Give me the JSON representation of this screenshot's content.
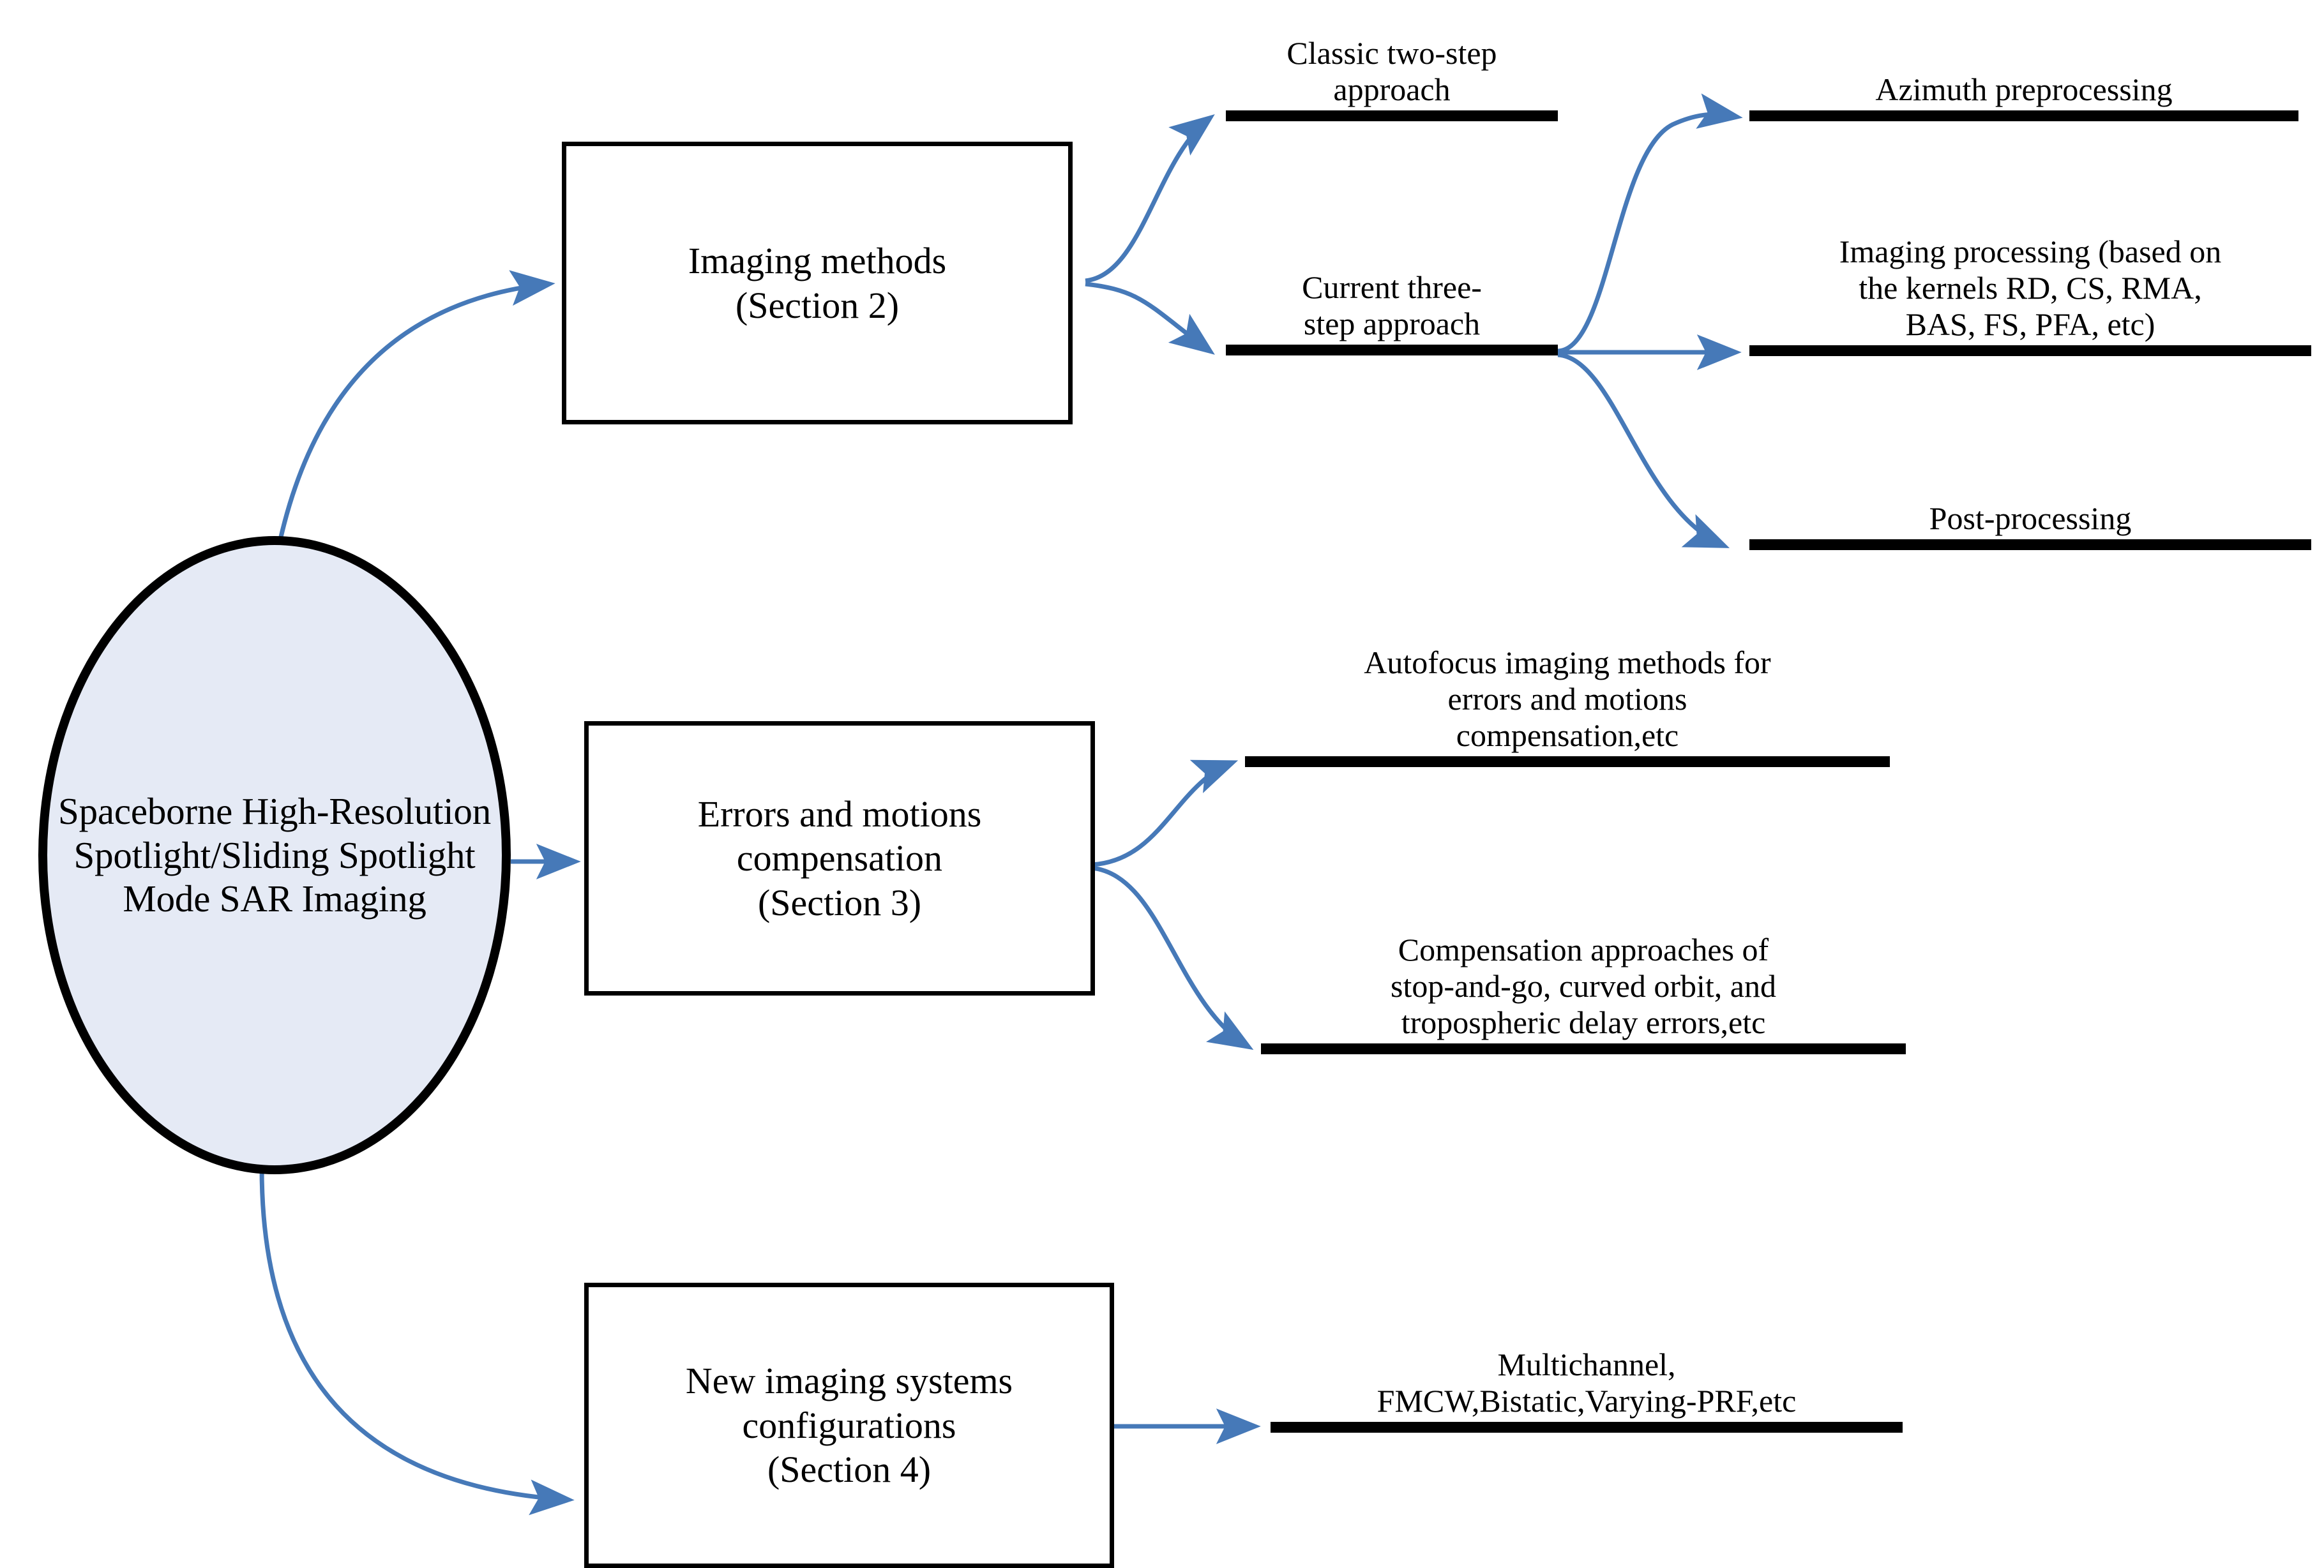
{
  "theme": {
    "arrow_color": "#4679B8",
    "ellipse_fill": "#E5EAF5",
    "ellipse_stroke": "#000000",
    "box_stroke": "#000000",
    "rule_color": "#000000",
    "background": "#FFFFFF"
  },
  "root": {
    "label": "Spaceborne High-Resolution Spotlight/Sliding Spotlight Mode SAR Imaging"
  },
  "sections": [
    {
      "id": "imaging-methods",
      "label": "Imaging methods\n(Section 2)"
    },
    {
      "id": "errors-motions",
      "label": "Errors and motions compensation\n(Section 3)"
    },
    {
      "id": "new-systems",
      "label": "New imaging systems configurations\n(Section 4)"
    }
  ],
  "leaves": {
    "classic_two_step": "Classic two-step\napproach",
    "current_three_step": "Current three-\nstep approach",
    "azimuth_pre": "Azimuth preprocessing",
    "imaging_processing": "Imaging processing (based on\nthe kernels RD, CS, RMA,\nBAS, FS, PFA, etc)",
    "post_processing": "Post-processing",
    "autofocus": "Autofocus imaging methods for\nerrors and motions\ncompensation,etc",
    "compensation": "Compensation approaches of\nstop-and-go, curved orbit, and\ntropospheric delay errors,etc",
    "new_systems_items": "Multichannel,\nFMCW,Bistatic,Varying-PRF,etc"
  },
  "chart_data": {
    "type": "diagram",
    "title": "Spaceborne High-Resolution Spotlight/Sliding Spotlight Mode SAR Imaging",
    "nodes": [
      {
        "id": "root",
        "kind": "ellipse",
        "label": "Spaceborne High-Resolution Spotlight/Sliding Spotlight Mode SAR Imaging"
      },
      {
        "id": "s2",
        "kind": "box",
        "label": "Imaging methods (Section 2)"
      },
      {
        "id": "s3",
        "kind": "box",
        "label": "Errors and motions compensation (Section 3)"
      },
      {
        "id": "s4",
        "kind": "box",
        "label": "New imaging systems configurations (Section 4)"
      },
      {
        "id": "l-two",
        "kind": "rule",
        "label": "Classic two-step approach"
      },
      {
        "id": "l-three",
        "kind": "rule",
        "label": "Current three-step approach"
      },
      {
        "id": "l-az",
        "kind": "rule",
        "label": "Azimuth preprocessing"
      },
      {
        "id": "l-img",
        "kind": "rule",
        "label": "Imaging processing (based on the kernels RD, CS, RMA, BAS, FS, PFA, etc)"
      },
      {
        "id": "l-post",
        "kind": "rule",
        "label": "Post-processing"
      },
      {
        "id": "l-auto",
        "kind": "rule",
        "label": "Autofocus imaging methods for errors and motions compensation,etc"
      },
      {
        "id": "l-comp",
        "kind": "rule",
        "label": "Compensation approaches of stop-and-go, curved orbit, and tropospheric delay errors,etc"
      },
      {
        "id": "l-new",
        "kind": "rule",
        "label": "Multichannel, FMCW,Bistatic,Varying-PRF,etc"
      }
    ],
    "edges": [
      {
        "from": "root",
        "to": "s2"
      },
      {
        "from": "root",
        "to": "s3"
      },
      {
        "from": "root",
        "to": "s4"
      },
      {
        "from": "s2",
        "to": "l-two"
      },
      {
        "from": "s2",
        "to": "l-three"
      },
      {
        "from": "l-three",
        "to": "l-az"
      },
      {
        "from": "l-three",
        "to": "l-img"
      },
      {
        "from": "l-three",
        "to": "l-post"
      },
      {
        "from": "s3",
        "to": "l-auto"
      },
      {
        "from": "s3",
        "to": "l-comp"
      },
      {
        "from": "s4",
        "to": "l-new"
      }
    ]
  }
}
